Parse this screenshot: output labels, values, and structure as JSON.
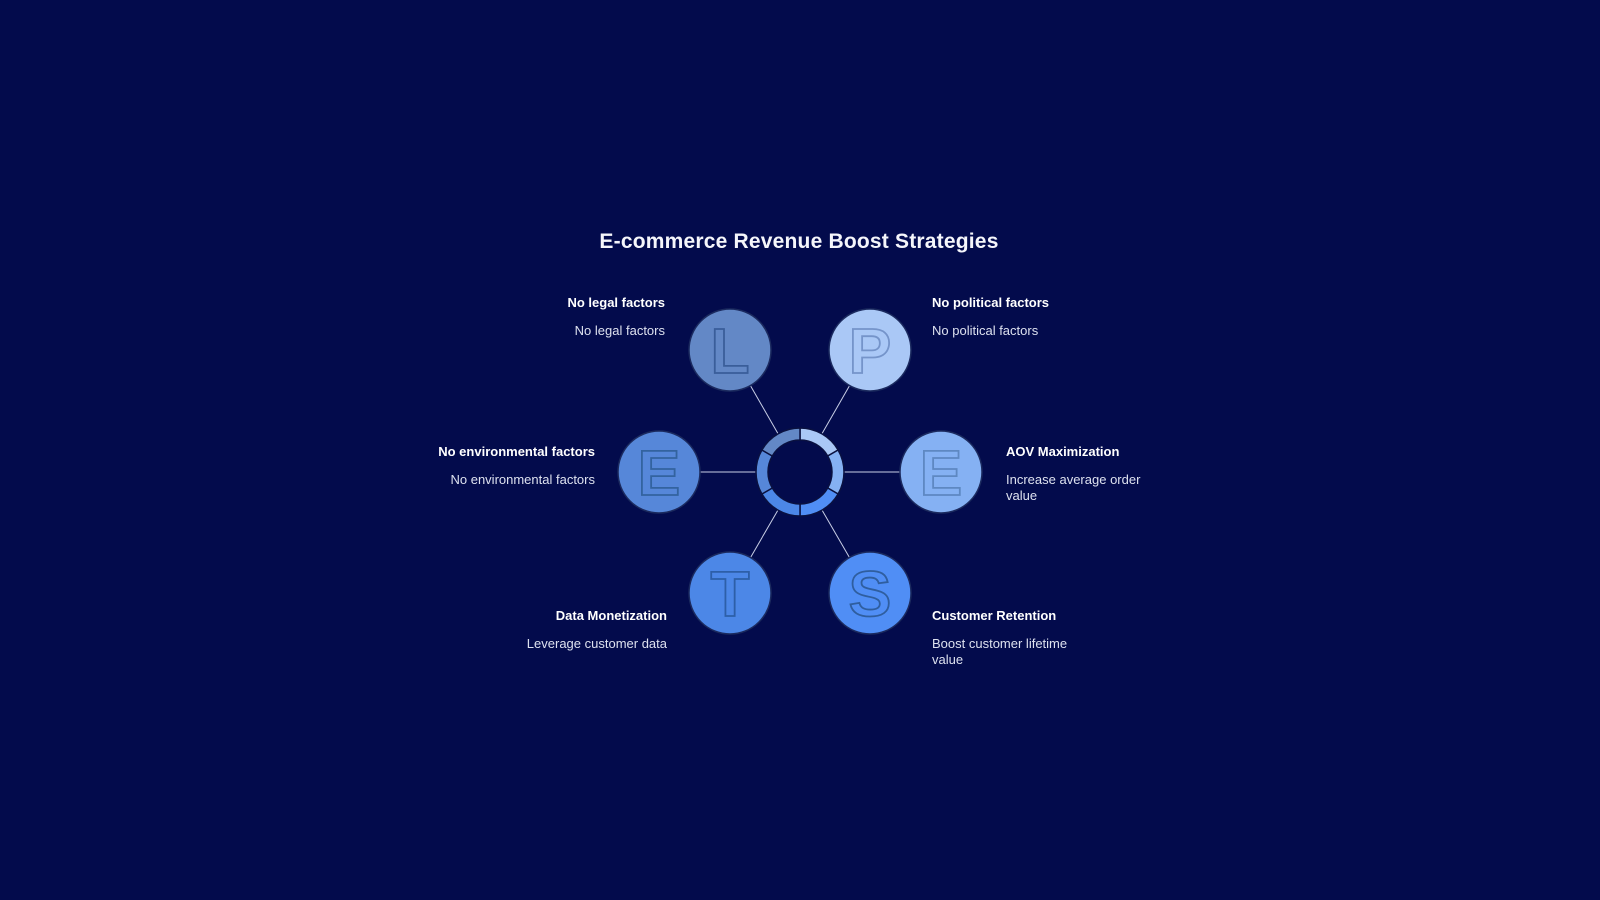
{
  "title": "E-commerce Revenue Boost Strategies",
  "diagram": {
    "type": "pestle-radial",
    "description": "Six lettered circles (P,E,S,T,L,E) around a central segmented ring"
  },
  "colors": {
    "background": "#030b4c",
    "spoke_line": "#c9cfe6",
    "segment_outline": "#0a1140",
    "title_text": "#f5f6fb",
    "label_text": "#ffffff",
    "desc_text": "#dde1ef"
  },
  "nodes": [
    {
      "id": "legal",
      "letter": "L",
      "fill": "#6388c6",
      "letter_stroke": "#3a5e9a",
      "label": "No legal factors",
      "desc": "No legal factors",
      "side": "left"
    },
    {
      "id": "political",
      "letter": "P",
      "fill": "#aac8f6",
      "letter_stroke": "#7594ca",
      "label": "No political factors",
      "desc": "No political factors",
      "side": "right"
    },
    {
      "id": "environmental",
      "letter": "E",
      "fill": "#5687d9",
      "letter_stroke": "#33639f",
      "label": "No environmental factors",
      "desc": "No environmental factors",
      "side": "left"
    },
    {
      "id": "aov",
      "letter": "E",
      "fill": "#85b1f3",
      "letter_stroke": "#5e88c2",
      "label": "AOV Maximization",
      "desc": "Increase average order value",
      "side": "right"
    },
    {
      "id": "data-monetization",
      "letter": "T",
      "fill": "#4c87e7",
      "letter_stroke": "#2d5fa8",
      "label": "Data Monetization",
      "desc": "Leverage customer data",
      "side": "left"
    },
    {
      "id": "customer-retention",
      "letter": "S",
      "fill": "#508ef5",
      "letter_stroke": "#2f5e9f",
      "label": "Customer Retention",
      "desc": "Boost customer lifetime value",
      "side": "right"
    }
  ]
}
